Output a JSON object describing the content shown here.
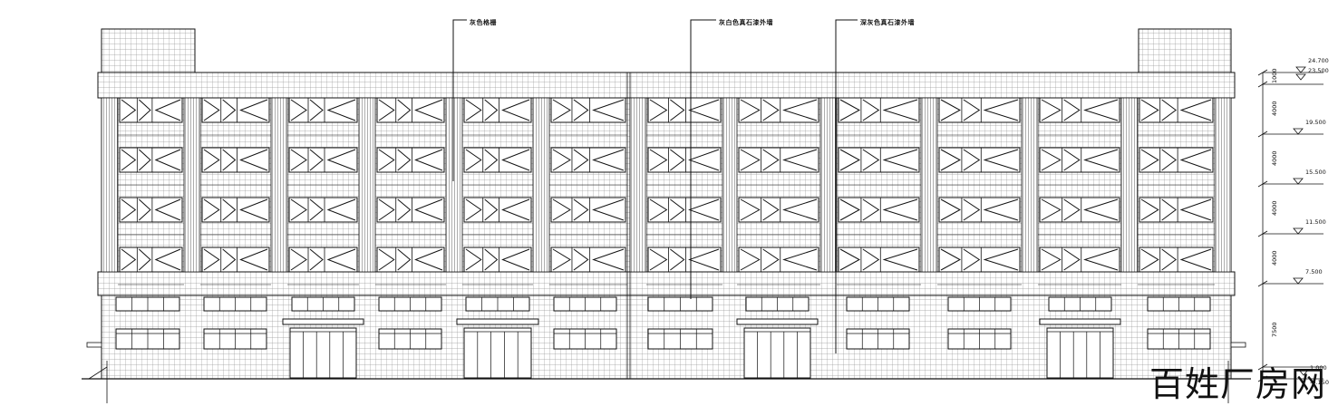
{
  "callouts": {
    "c1": "灰色格栅",
    "c2": "灰白色真石漆外墙",
    "c3": "深灰色真石漆外墙"
  },
  "levels": {
    "l1": "24.700",
    "l2": "23.500",
    "l3": "19.500",
    "l4": "15.500",
    "l5": "11.500",
    "l6": "7.500",
    "l7": "1.000",
    "l8": "-0.150"
  },
  "dimensions": {
    "d1": "1000",
    "d2": "4000",
    "d3": "4000",
    "d4": "4000",
    "d5": "4000",
    "d6": "7500"
  },
  "watermark": "百姓厂房网",
  "colors": {
    "line": "#111111",
    "grid": "#9a9a9a",
    "background": "#ffffff"
  }
}
